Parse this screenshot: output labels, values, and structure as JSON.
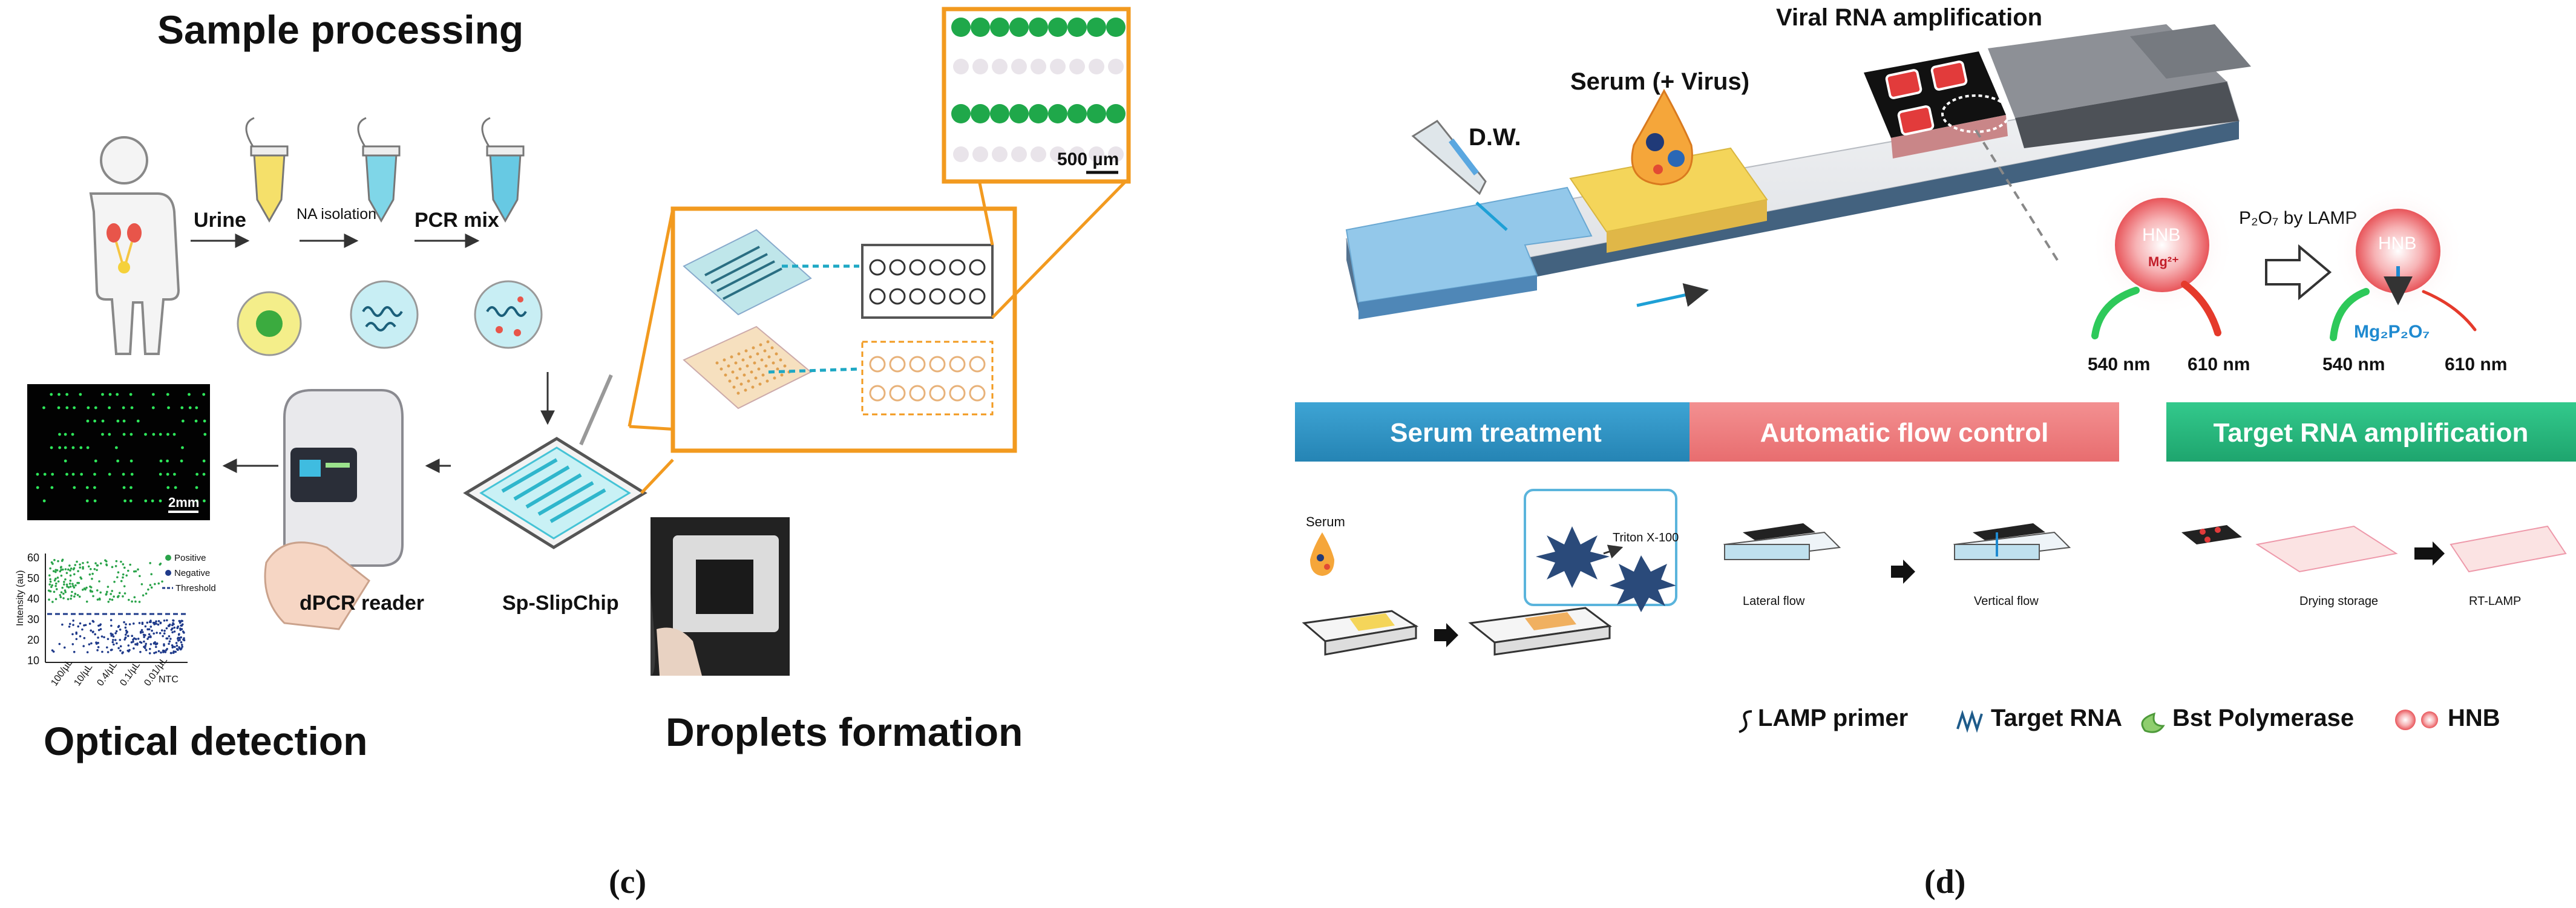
{
  "panel_c": {
    "title_sample": "Sample processing",
    "label_urine": "Urine",
    "label_na_isolation": "NA isolation",
    "label_pcr_mix": "PCR mix",
    "label_dpcr_reader": "dPCR reader",
    "label_slipchip": "Sp-SlipChip",
    "title_optical": "Optical detection",
    "title_droplets": "Droplets formation",
    "scale_500um": "500 µm",
    "scale_2mm": "2mm",
    "plot": {
      "ylabel": "Intensity (au)",
      "yticks": [
        "60",
        "50",
        "40",
        "30",
        "20",
        "10"
      ],
      "xticks": [
        "100/µL",
        "10/µL",
        "0.4/µL",
        "0.1/µL",
        "0.01/µL",
        "NTC"
      ],
      "legend": [
        "Positive",
        "Negative",
        "Threshold"
      ]
    },
    "caption": "(c)"
  },
  "panel_d": {
    "title_viral": "Viral RNA amplification",
    "label_serum_virus": "Serum (+ Virus)",
    "label_dw": "D.W.",
    "label_p2o7": "P₂O₇ by LAMP",
    "hnb": "HNB",
    "mg": "Mg²⁺",
    "mg2p2o7": "Mg₂P₂O₇",
    "nm540": "540 nm",
    "nm610": "610 nm",
    "banner_serum": "Serum treatment",
    "banner_flow": "Automatic flow control",
    "banner_target": "Target RNA amplification",
    "label_serum": "Serum",
    "label_triton": "Triton X-100",
    "label_lateral": "Lateral flow",
    "label_vertical": "Vertical flow",
    "label_drying": "Drying storage",
    "label_rtlamp": "RT-LAMP",
    "legend": [
      "LAMP primer",
      "Target RNA",
      "Bst Polymerase",
      "HNB"
    ],
    "caption": "(d)"
  },
  "colors": {
    "orange": "#f29a1f",
    "green_dot": "#1fa84a",
    "cyan": "#3dbcd6",
    "banner_serum": "#2b93c4",
    "banner_flow": "#ee7f80",
    "banner_target": "#25b97e",
    "yellow_pad": "#f4d55a",
    "blue_pad": "#8fc4e8",
    "hnb_red": "#e8555a"
  }
}
